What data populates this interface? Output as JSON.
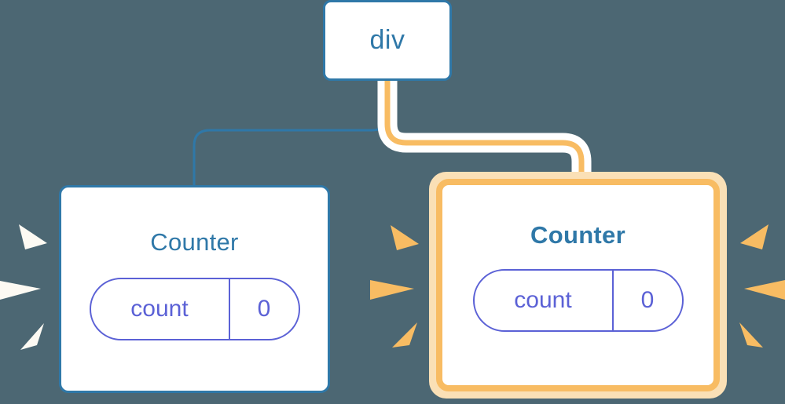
{
  "diagram": {
    "type": "component-tree",
    "background_color": "#4c6773",
    "accent_blue": "#2f78a8",
    "accent_purple": "#5b61d6",
    "highlight_orange": "#f8bc63",
    "highlight_orange_light": "#fae0b6",
    "burst_white": "#fdfaf3",
    "nodes": [
      {
        "id": "div",
        "label": "div",
        "kind": "element",
        "highlighted": false,
        "bold": false
      },
      {
        "id": "counter-left",
        "label": "Counter",
        "kind": "component",
        "highlighted": false,
        "bold": false,
        "state": {
          "key": "count",
          "value": "0"
        }
      },
      {
        "id": "counter-right",
        "label": "Counter",
        "kind": "component",
        "highlighted": true,
        "bold": true,
        "state": {
          "key": "count",
          "value": "0"
        }
      }
    ],
    "edges": [
      {
        "from": "div",
        "to": "counter-left",
        "color": "#2f78a8",
        "highlighted": false
      },
      {
        "from": "div",
        "to": "counter-right",
        "color": "#f8bc63",
        "highlighted": true
      }
    ],
    "bursts": [
      {
        "id": "burst-left-outer",
        "color": "#fdfaf3",
        "rays": 3
      },
      {
        "id": "burst-middle",
        "color": "#f8bc63",
        "rays": 3
      },
      {
        "id": "burst-right-outer",
        "color": "#f8bc63",
        "rays": 3
      }
    ]
  }
}
